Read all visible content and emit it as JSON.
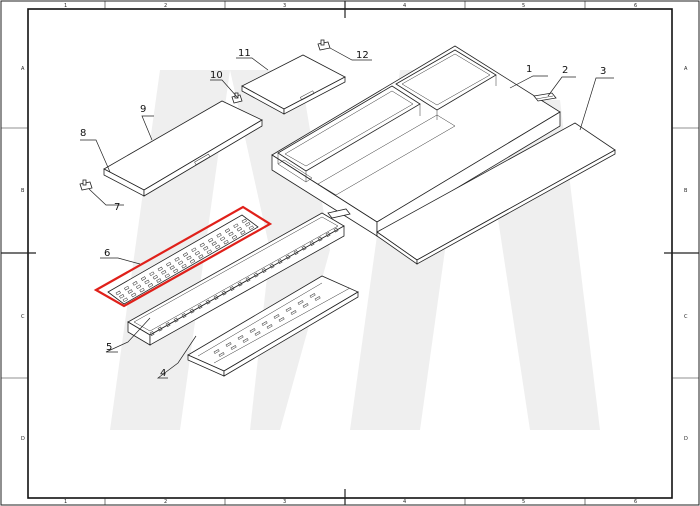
{
  "drawing": {
    "top_zone_numbers": [
      "1",
      "2",
      "3",
      "4",
      "5",
      "6"
    ],
    "bottom_zone_numbers": [
      "1",
      "2",
      "3",
      "4",
      "5",
      "6"
    ],
    "left_zone_letters": [
      "A",
      "B",
      "C",
      "D"
    ],
    "right_zone_letters": [
      "A",
      "B",
      "C",
      "D"
    ]
  },
  "callouts": [
    {
      "id": "1",
      "label": "1"
    },
    {
      "id": "2",
      "label": "2"
    },
    {
      "id": "3",
      "label": "3"
    },
    {
      "id": "4",
      "label": "4"
    },
    {
      "id": "5",
      "label": "5"
    },
    {
      "id": "6",
      "label": "6"
    },
    {
      "id": "7",
      "label": "7"
    },
    {
      "id": "8",
      "label": "8"
    },
    {
      "id": "9",
      "label": "9"
    },
    {
      "id": "10",
      "label": "10"
    },
    {
      "id": "11",
      "label": "11"
    },
    {
      "id": "12",
      "label": "12"
    }
  ],
  "highlight": {
    "part": "6",
    "color": "#e0201a"
  },
  "colors": {
    "line": "#222222",
    "watermark": "#ececec",
    "highlight": "#e0201a"
  }
}
